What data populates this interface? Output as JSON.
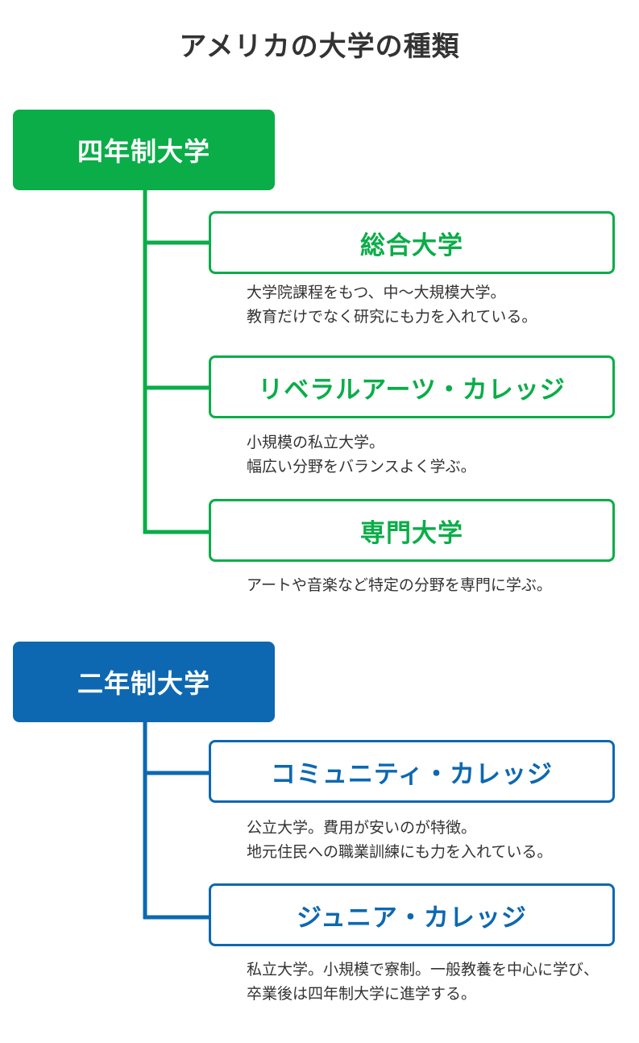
{
  "title": "アメリカの大学の種類",
  "colors": {
    "green": "#0aad48",
    "blue": "#0d68b1"
  },
  "groups": [
    {
      "label": "四年制大学",
      "items": [
        {
          "label": "総合大学",
          "desc": [
            "大学院課程をもつ、中〜大規模大学。",
            "教育だけでなく研究にも力を入れている。"
          ]
        },
        {
          "label": "リベラルアーツ・カレッジ",
          "desc": [
            "小規模の私立大学。",
            "幅広い分野をバランスよく学ぶ。"
          ]
        },
        {
          "label": "専門大学",
          "desc": [
            "アートや音楽など特定の分野を専門に学ぶ。"
          ]
        }
      ]
    },
    {
      "label": "二年制大学",
      "items": [
        {
          "label": "コミュニティ・カレッジ",
          "desc": [
            "公立大学。費用が安いのが特徴。",
            "地元住民への職業訓練にも力を入れている。"
          ]
        },
        {
          "label": "ジュニア・カレッジ",
          "desc": [
            "私立大学。小規模で寮制。一般教養を中心に学び、",
            "卒業後は四年制大学に進学する。"
          ]
        }
      ]
    }
  ]
}
